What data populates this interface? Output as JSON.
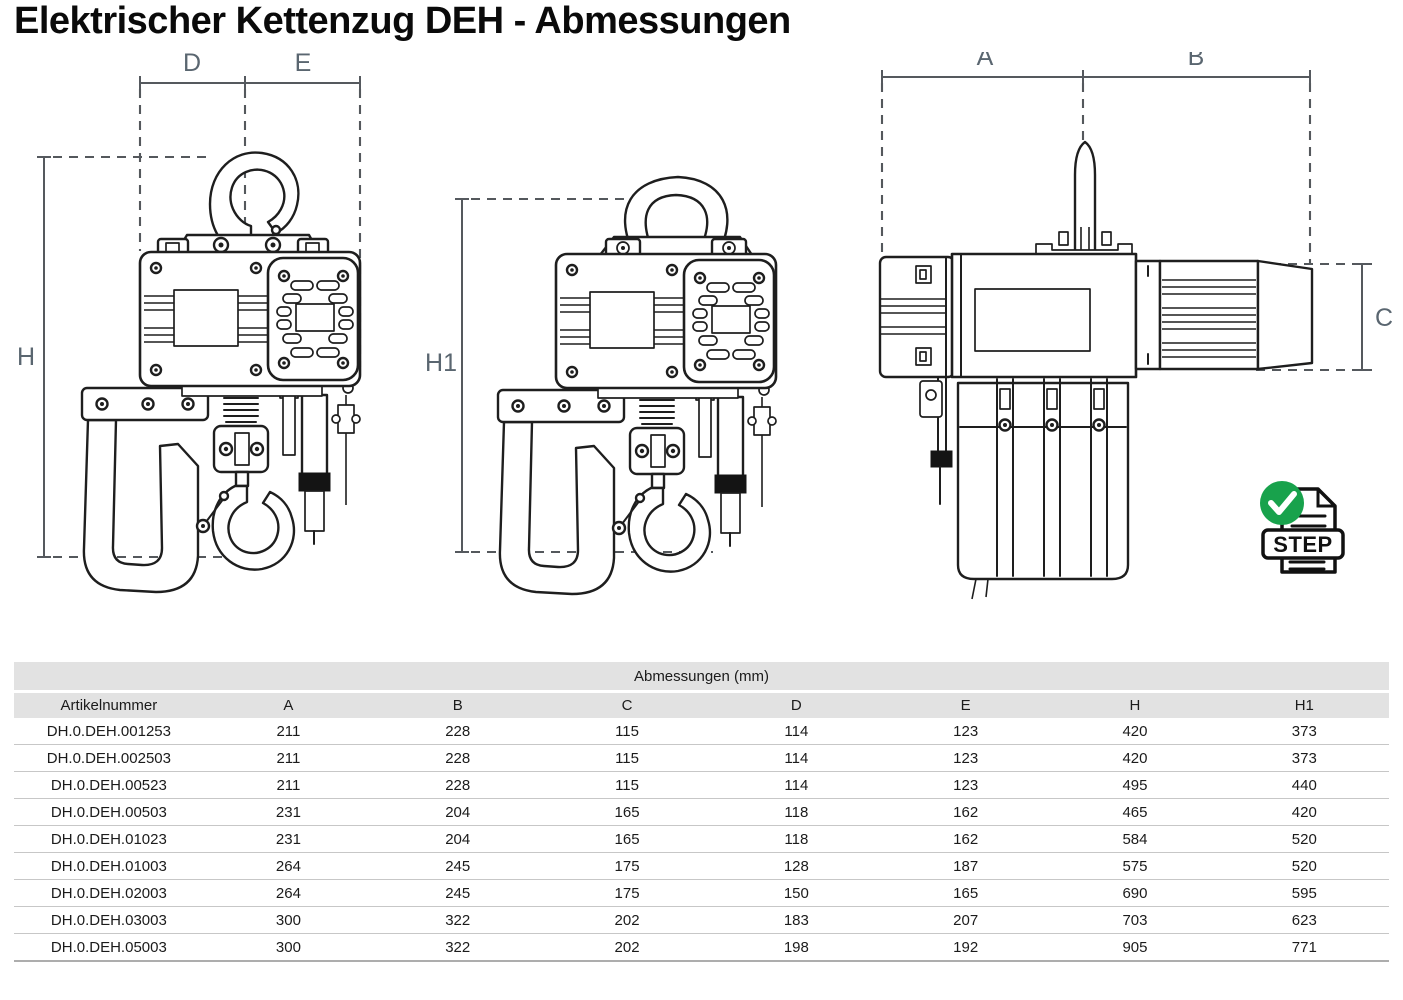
{
  "title": "Elektrischer Kettenzug DEH - Abmessungen",
  "diagram": {
    "dim_labels": {
      "A": "A",
      "B": "B",
      "C": "C",
      "D": "D",
      "E": "E",
      "H": "H",
      "H1": "H1"
    },
    "step_icon": {
      "label": "STEP",
      "check_color": "#18a24c"
    }
  },
  "table": {
    "caption": "Abmessungen (mm)",
    "columns": [
      "Artikelnummer",
      "A",
      "B",
      "C",
      "D",
      "E",
      "H",
      "H1"
    ],
    "rows": [
      [
        "DH.0.DEH.001253",
        "211",
        "228",
        "115",
        "114",
        "123",
        "420",
        "373"
      ],
      [
        "DH.0.DEH.002503",
        "211",
        "228",
        "115",
        "114",
        "123",
        "420",
        "373"
      ],
      [
        "DH.0.DEH.00523",
        "211",
        "228",
        "115",
        "114",
        "123",
        "495",
        "440"
      ],
      [
        "DH.0.DEH.00503",
        "231",
        "204",
        "165",
        "118",
        "162",
        "465",
        "420"
      ],
      [
        "DH.0.DEH.01023",
        "231",
        "204",
        "165",
        "118",
        "162",
        "584",
        "520"
      ],
      [
        "DH.0.DEH.01003",
        "264",
        "245",
        "175",
        "128",
        "187",
        "575",
        "520"
      ],
      [
        "DH.0.DEH.02003",
        "264",
        "245",
        "175",
        "150",
        "165",
        "690",
        "595"
      ],
      [
        "DH.0.DEH.03003",
        "300",
        "322",
        "202",
        "183",
        "207",
        "703",
        "623"
      ],
      [
        "DH.0.DEH.05003",
        "300",
        "322",
        "202",
        "198",
        "192",
        "905",
        "771"
      ]
    ]
  },
  "colors": {
    "line_art": "#1e1e1e",
    "dimension": "#5a6670",
    "table_header_bg": "#e2e2e2",
    "accent_green": "#18a24c"
  }
}
